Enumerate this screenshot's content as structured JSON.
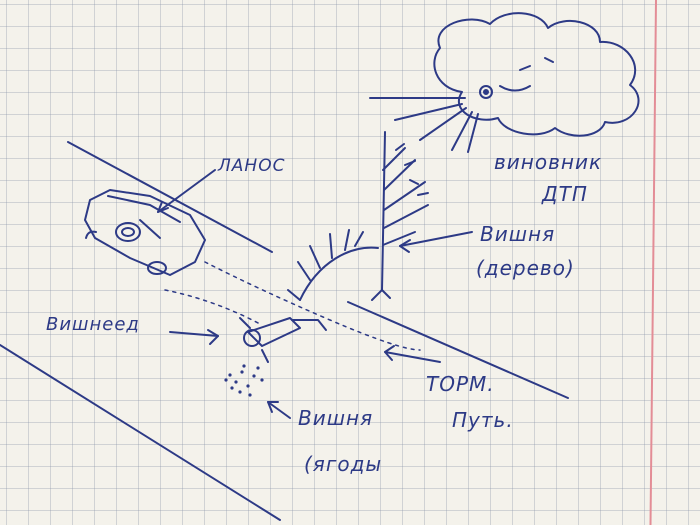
{
  "labels": {
    "lanos": "ЛАНОС",
    "culprit_line1": "виновник",
    "culprit_line2": "ДТП",
    "cherry_tree_line1": "Вишня",
    "cherry_tree_line2": "(дерево)",
    "cherry_eater": "Вишнеед",
    "brake_line1": "ТОРМ.",
    "brake_line2": "Путь.",
    "cherry_berries_line1": "Вишня",
    "cherry_berries_line2": "(ягоды"
  },
  "colors": {
    "ink": "#2d3a86",
    "paper": "#f4f2eb",
    "grid": "#8c96aa",
    "margin": "#e38d96"
  }
}
